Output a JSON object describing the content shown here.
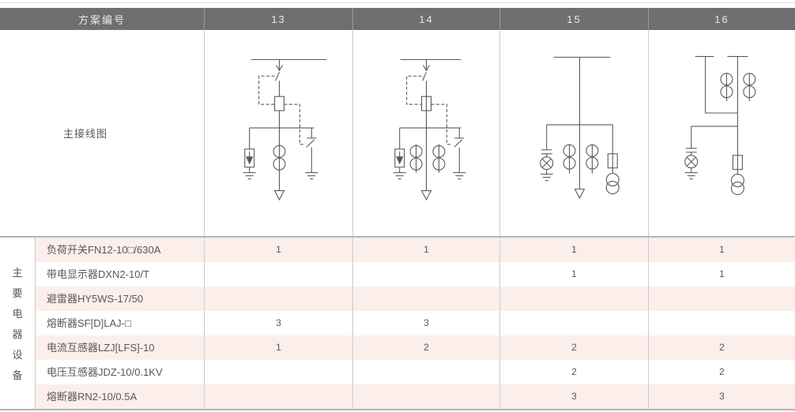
{
  "header": {
    "scheme_label": "方案编号",
    "schemes": [
      "13",
      "14",
      "15",
      "16"
    ]
  },
  "diagram_row": {
    "label": "主接线图",
    "diagrams": [
      {
        "scheme": "13",
        "symbols": [
          "busbar",
          "load-switch",
          "fuse",
          "interlock-dashed-link",
          "surge-arrester",
          "current-transformer",
          "earthing-switch",
          "ground",
          "feeder-arrow"
        ]
      },
      {
        "scheme": "14",
        "symbols": [
          "busbar",
          "load-switch",
          "fuse",
          "interlock-dashed-link",
          "surge-arrester",
          "current-transformer",
          "current-transformer",
          "earthing-switch",
          "ground",
          "feeder-arrow"
        ]
      },
      {
        "scheme": "15",
        "symbols": [
          "busbar",
          "live-display-indicator",
          "current-transformer",
          "current-transformer",
          "fuse",
          "voltage-transformer",
          "feeder-arrow",
          "ground"
        ]
      },
      {
        "scheme": "16",
        "symbols": [
          "busbar",
          "busbar",
          "current-transformer",
          "current-transformer",
          "live-display-indicator",
          "fuse",
          "voltage-transformer",
          "ground"
        ]
      }
    ]
  },
  "equipment": {
    "group_label": "主要电器设备",
    "group_label_chars": [
      "主",
      "要",
      "电",
      "器",
      "设",
      "备"
    ],
    "rows": [
      {
        "name": "负荷开关FN12-10□/630A",
        "values": [
          "1",
          "1",
          "1",
          "1"
        ]
      },
      {
        "name": "带电显示器DXN2-10/T",
        "values": [
          "",
          "",
          "1",
          "1"
        ]
      },
      {
        "name": "避雷器HY5WS-17/50",
        "values": [
          "",
          "",
          "",
          ""
        ]
      },
      {
        "name": "熔断器SF[D]LAJ-□",
        "values": [
          "3",
          "3",
          "",
          ""
        ]
      },
      {
        "name": "电流互感器LZJ[LFS]-10",
        "values": [
          "1",
          "2",
          "2",
          "2"
        ]
      },
      {
        "name": "电压互感器JDZ-10/0.1KV",
        "values": [
          "",
          "",
          "2",
          "2"
        ]
      },
      {
        "name": "熔断器RN2-10/0.5A",
        "values": [
          "",
          "",
          "3",
          "3"
        ]
      }
    ]
  },
  "colors": {
    "header_bg": "#6f6f71",
    "header_text": "#e9e9e9",
    "stripe_pink": "#fcefeb",
    "grid_line": "#cbcbcd",
    "separator": "#b4b4b6",
    "body_text": "#58585a",
    "diagram_stroke": "#5a5a5c"
  }
}
